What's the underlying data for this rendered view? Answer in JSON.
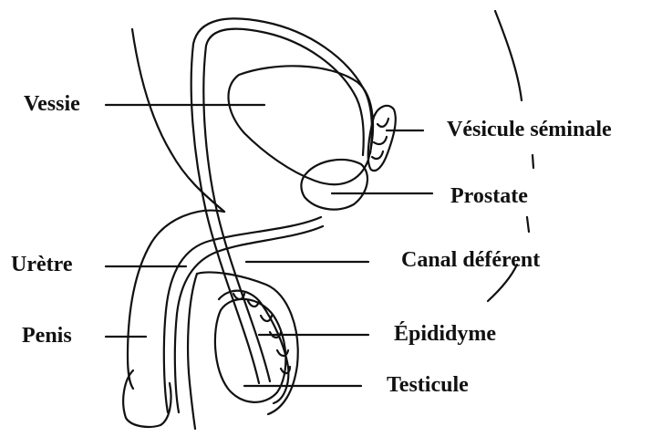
{
  "labels": {
    "vessie": "Vessie",
    "vesicule": "Vésicule séminale",
    "prostate": "Prostate",
    "uretre": "Urètre",
    "canal": "Canal déférent",
    "penis": "Penis",
    "epididyme": "Épididyme",
    "testicule": "Testicule"
  },
  "colors": {
    "ink": "#111111",
    "background": "#ffffff"
  }
}
